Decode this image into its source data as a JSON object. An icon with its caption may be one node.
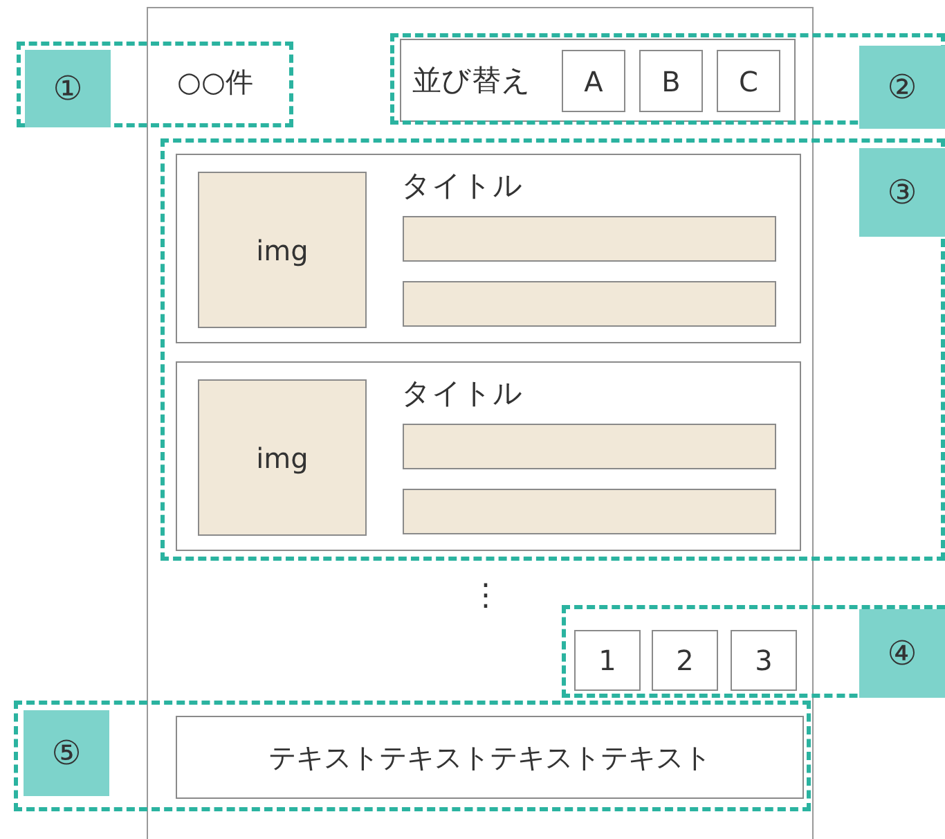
{
  "diagram": {
    "nodes": [
      {
        "text": [],
        "shape": "box"
      },
      {
        "text": [],
        "shape": "box"
      },
      {
        "text": [
          "①"
        ],
        "in": 1
      },
      {
        "text": [],
        "shape": "box"
      },
      {
        "text": [
          "並び替え"
        ]
      },
      {
        "text": [
          "A"
        ],
        "in": 4
      },
      {
        "text": [
          "B"
        ],
        "in": 4
      },
      {
        "text": [
          "C"
        ],
        "in": 4
      },
      {
        "text": [
          "②"
        ],
        "in": 3
      },
      {
        "text": [],
        "shape": "box"
      },
      {
        "text": [
          "タイトル"
        ],
        "in": 9
      },
      {
        "text": [
          "img"
        ],
        "in": 10
      },
      {
        "text": [],
        "shape": "bar",
        "in": 10
      },
      {
        "text": [],
        "shape": "bar",
        "in": 10
      },
      {
        "text": [
          "タイトル"
        ],
        "in": 9
      },
      {
        "text": [
          "img"
        ],
        "in": 14
      },
      {
        "text": [],
        "shape": "bar",
        "in": 14
      },
      {
        "text": [],
        "shape": "bar",
        "in": 14
      },
      {
        "text": [
          "③"
        ],
        "in": 9
      },
      {
        "text": [],
        "shape": "box"
      },
      {
        "text": [
          "1"
        ]
      },
      {
        "text": [
          "2"
        ]
      },
      {
        "text": [
          "3"
        ]
      },
      {
        "text": [
          "④"
        ],
        "in": 19
      },
      {
        "text": [],
        "shape": "box"
      },
      {
        "text": [
          "⑤"
        ],
        "in": 24
      },
      {
        "text": [
          "テキストテキストテキストテキスト"
        ],
        "in": 24
      }
    ],
    "labels": [
      "○○件",
      "⋮"
    ]
  }
}
